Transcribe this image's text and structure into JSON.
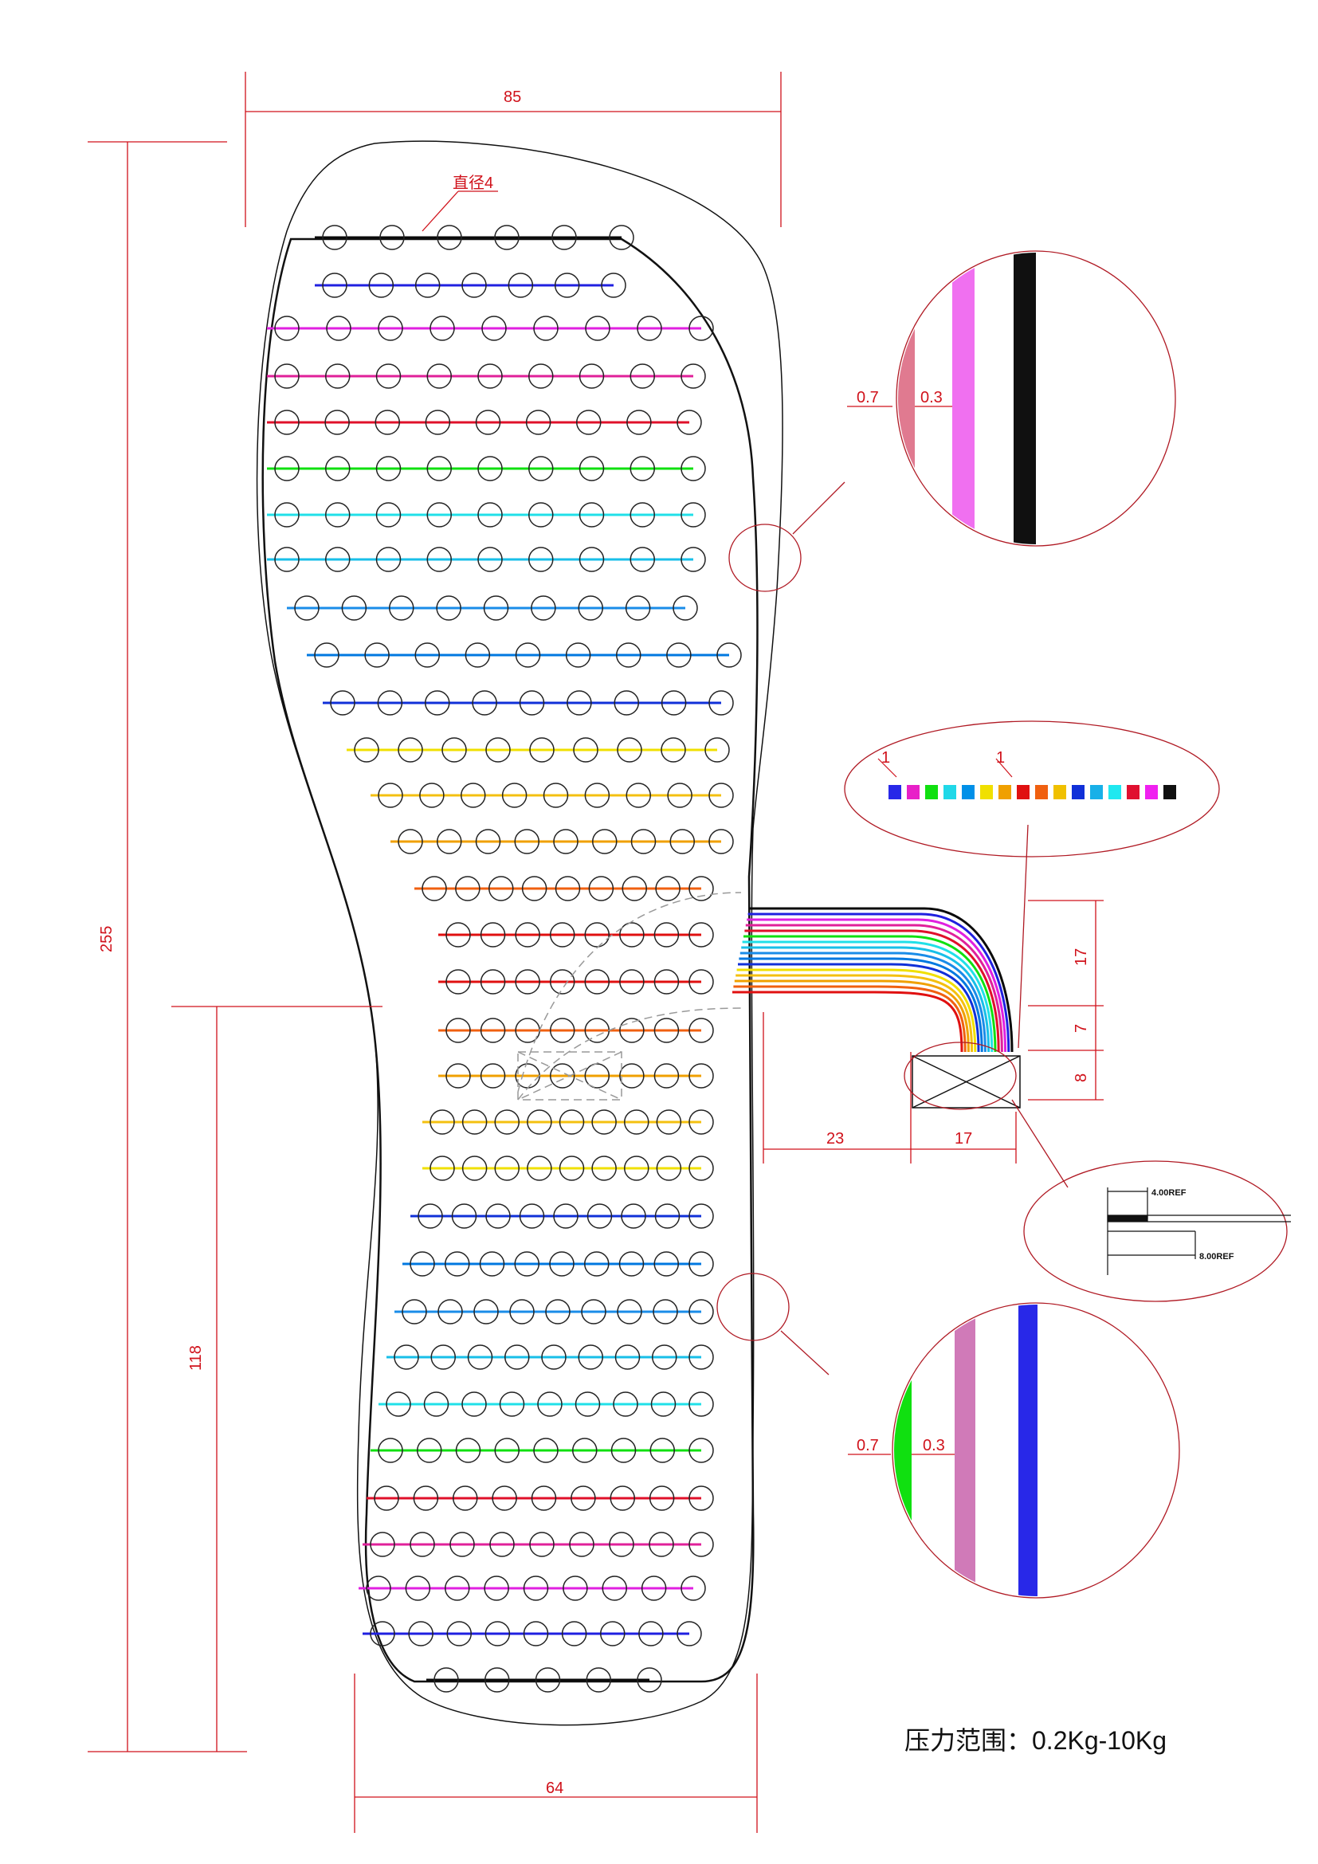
{
  "dimensions": {
    "width_85": "85",
    "height_255": "255",
    "height_118": "118",
    "width_64": "64",
    "tail_offset_23": "23",
    "tail_width_17": "17",
    "tail_v_17": "17",
    "tail_v_7": "7",
    "tail_v_8": "8"
  },
  "labels": {
    "diameter": "直径4",
    "pressure_range": "压力范围：0.2Kg-10Kg"
  },
  "detail_top": {
    "gap_label": "0.7",
    "width_label": "0.3"
  },
  "detail_bottom": {
    "gap_label": "0.7",
    "width_label": "0.3"
  },
  "pad_detail": {
    "pitch_label_a": "1",
    "pitch_label_b": "1"
  },
  "connector_detail": {
    "ref_a": "4.00REF",
    "ref_b": "8.00REF"
  },
  "trace_colors": [
    "#0a0a0a",
    "#2020e0",
    "#e020e0",
    "#e0209a",
    "#e0102a",
    "#10e010",
    "#20e0e8",
    "#18bfe8",
    "#1a8ce8",
    "#0078e0",
    "#1030d8",
    "#f0e000",
    "#f4c010",
    "#f0a000",
    "#f06010",
    "#e01010"
  ],
  "pad_strip_colors": [
    "#2828e8",
    "#e820c8",
    "#10e010",
    "#20d8e8",
    "#0090e8",
    "#f0e000",
    "#f0a000",
    "#e01010",
    "#f06010",
    "#f0c000",
    "#1030d8",
    "#18b0e8",
    "#20e8f0",
    "#e01030",
    "#f020f0",
    "#101010"
  ]
}
